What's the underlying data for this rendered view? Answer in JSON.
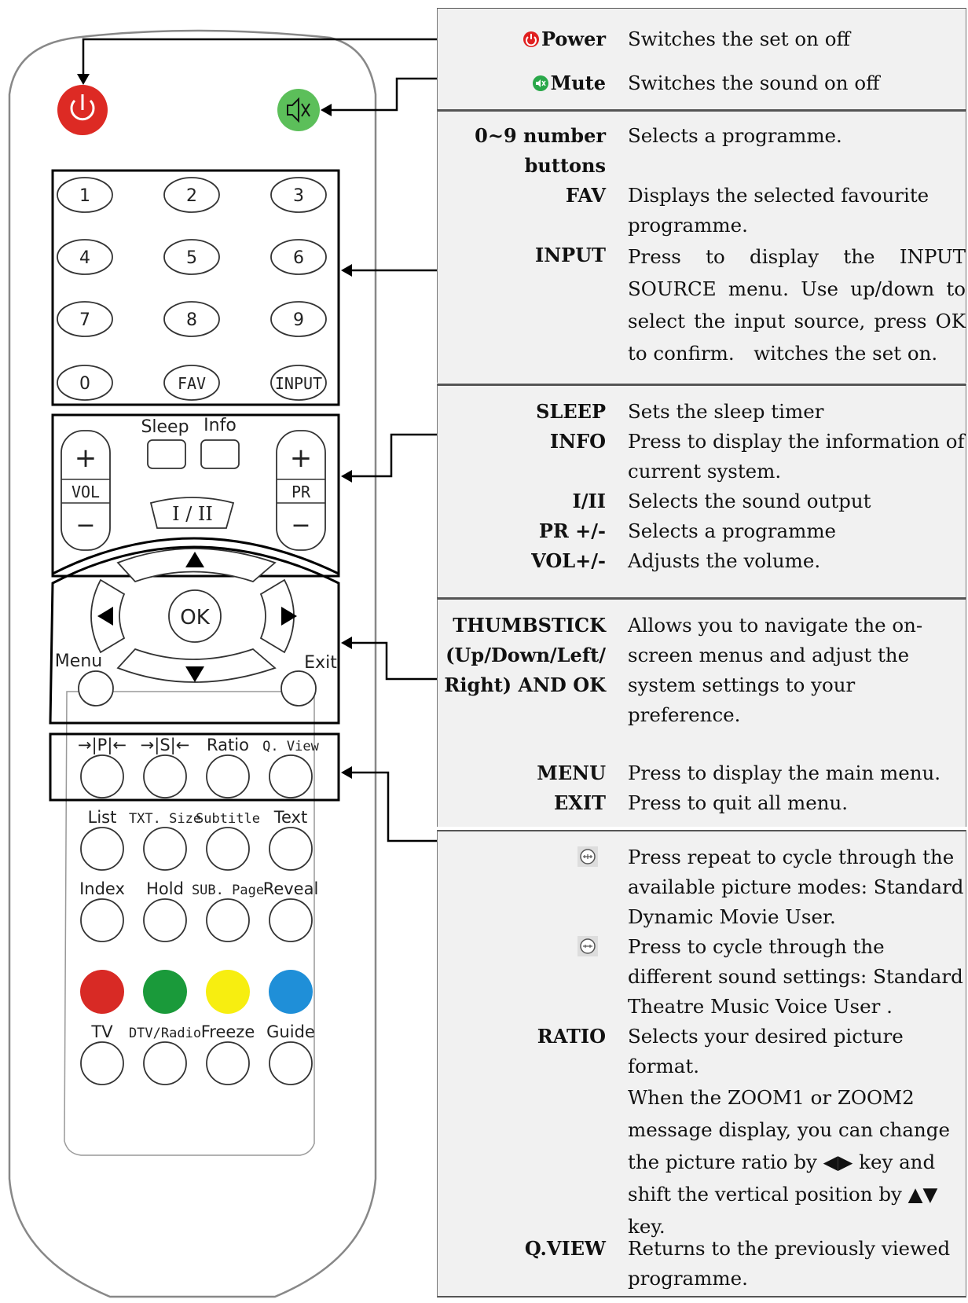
{
  "remote": {
    "number_keys": [
      "1",
      "2",
      "3",
      "4",
      "5",
      "6",
      "7",
      "8",
      "9",
      "0",
      "FAV",
      "INPUT"
    ],
    "sleep_label": "Sleep",
    "info_label": "Info",
    "vol_label": "VOL",
    "pr_label": "PR",
    "plus_sign": "+",
    "minus_sign": "−",
    "i_ii_label": "I / II",
    "ok_label": "OK",
    "menu_label": "Menu",
    "exit_label": "Exit",
    "row1_labels": [
      "→|P|←",
      "→|S|←",
      "Ratio",
      "Q. View"
    ],
    "row2_labels": [
      "List",
      "TXT. Size",
      "Subtitle",
      "Text"
    ],
    "row3_labels": [
      "Index",
      "Hold",
      "SUB. Page",
      "Reveal"
    ],
    "row4_labels": [
      "TV",
      "DTV/Radio",
      "Freeze",
      "Guide"
    ],
    "color_keys": [
      "#d82a25",
      "#1a9a3a",
      "#f7ee10",
      "#1f8fd8"
    ],
    "power_color": "#dd2a24",
    "mute_color": "#5cbf5a"
  },
  "panels": {
    "power": {
      "term": "Power",
      "desc": "Switches the set on off",
      "icon_color": "#e02020"
    },
    "mute": {
      "term": "Mute",
      "desc": "Switches the sound on off",
      "icon_color": "#2aa84a"
    },
    "numbers": {
      "items": [
        {
          "term": "0~9 number buttons",
          "desc": "Selects a programme."
        },
        {
          "term": "FAV",
          "desc": "Displays the selected favourite programme."
        },
        {
          "term": "INPUT",
          "desc": "Press to display the INPUT SOURCE menu. Use up/down to select the input source, press OK to confirm.　witches the set on."
        }
      ]
    },
    "volume": {
      "items": [
        {
          "term": "SLEEP",
          "desc": "Sets the sleep timer"
        },
        {
          "term": "INFO",
          "desc": "Press to display the information of current system."
        },
        {
          "term": "I/II",
          "desc": "Selects the sound output"
        },
        {
          "term": "PR +/-",
          "desc": "Selects a programme"
        },
        {
          "term": "VOL+/-",
          "desc": "Adjusts the volume."
        }
      ]
    },
    "navigation": {
      "items": [
        {
          "term": "THUMBSTICK (Up/Down/Left/Right) AND OK",
          "desc": "Allows you to navigate the on-screen menus and adjust the system settings to your preference."
        },
        {
          "term": "MENU",
          "desc": "Press to display the main menu."
        },
        {
          "term": "EXIT",
          "desc": "Press to quit all menu."
        }
      ]
    },
    "modes": {
      "items": [
        {
          "icon": "picture-mode-icon",
          "desc": "Press repeat to cycle through the available picture modes: Standard Dynamic Movie User."
        },
        {
          "icon": "sound-mode-icon",
          "desc": "Press to cycle through the different sound settings: Standard Theatre Music Voice User ."
        },
        {
          "term": "RATIO",
          "desc": "Selects your desired picture format."
        },
        {
          "desc": "When the ZOOM1 or ZOOM2 message display, you can change the picture ratio by ◀▶ key and shift the vertical position by ▲▼　key."
        },
        {
          "term": "Q.VIEW",
          "desc": "Returns to the previously viewed programme."
        }
      ]
    }
  }
}
